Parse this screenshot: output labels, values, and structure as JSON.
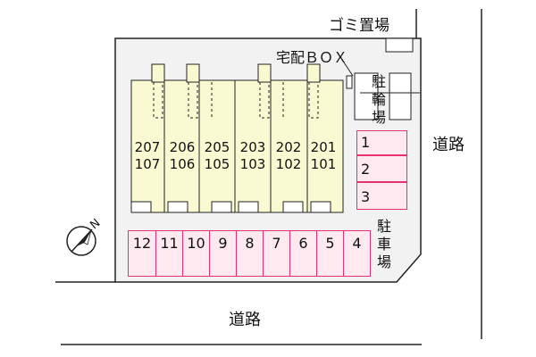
{
  "labels": {
    "garbage_area": "ゴミ置場",
    "delivery_box": "宅配ＢＯＸ",
    "bicycle_parking": "駐輪場",
    "car_parking": "駐車場",
    "road_right": "道路",
    "road_bottom": "道路",
    "north": "N"
  },
  "units": [
    {
      "upper": "207",
      "lower": "107"
    },
    {
      "upper": "206",
      "lower": "106"
    },
    {
      "upper": "205",
      "lower": "105"
    },
    {
      "upper": "203",
      "lower": "103"
    },
    {
      "upper": "202",
      "lower": "102"
    },
    {
      "upper": "201",
      "lower": "101"
    }
  ],
  "parking_right": [
    "1",
    "2",
    "3"
  ],
  "parking_bottom": [
    "12",
    "11",
    "10",
    "9",
    "8",
    "7",
    "6",
    "5",
    "4"
  ],
  "colors": {
    "lot_fill": "#f2f2f2",
    "building_fill": "#fafad2",
    "parking_stroke": "#e8306a",
    "parking_fill": "#fde9ef",
    "line": "#222222"
  }
}
